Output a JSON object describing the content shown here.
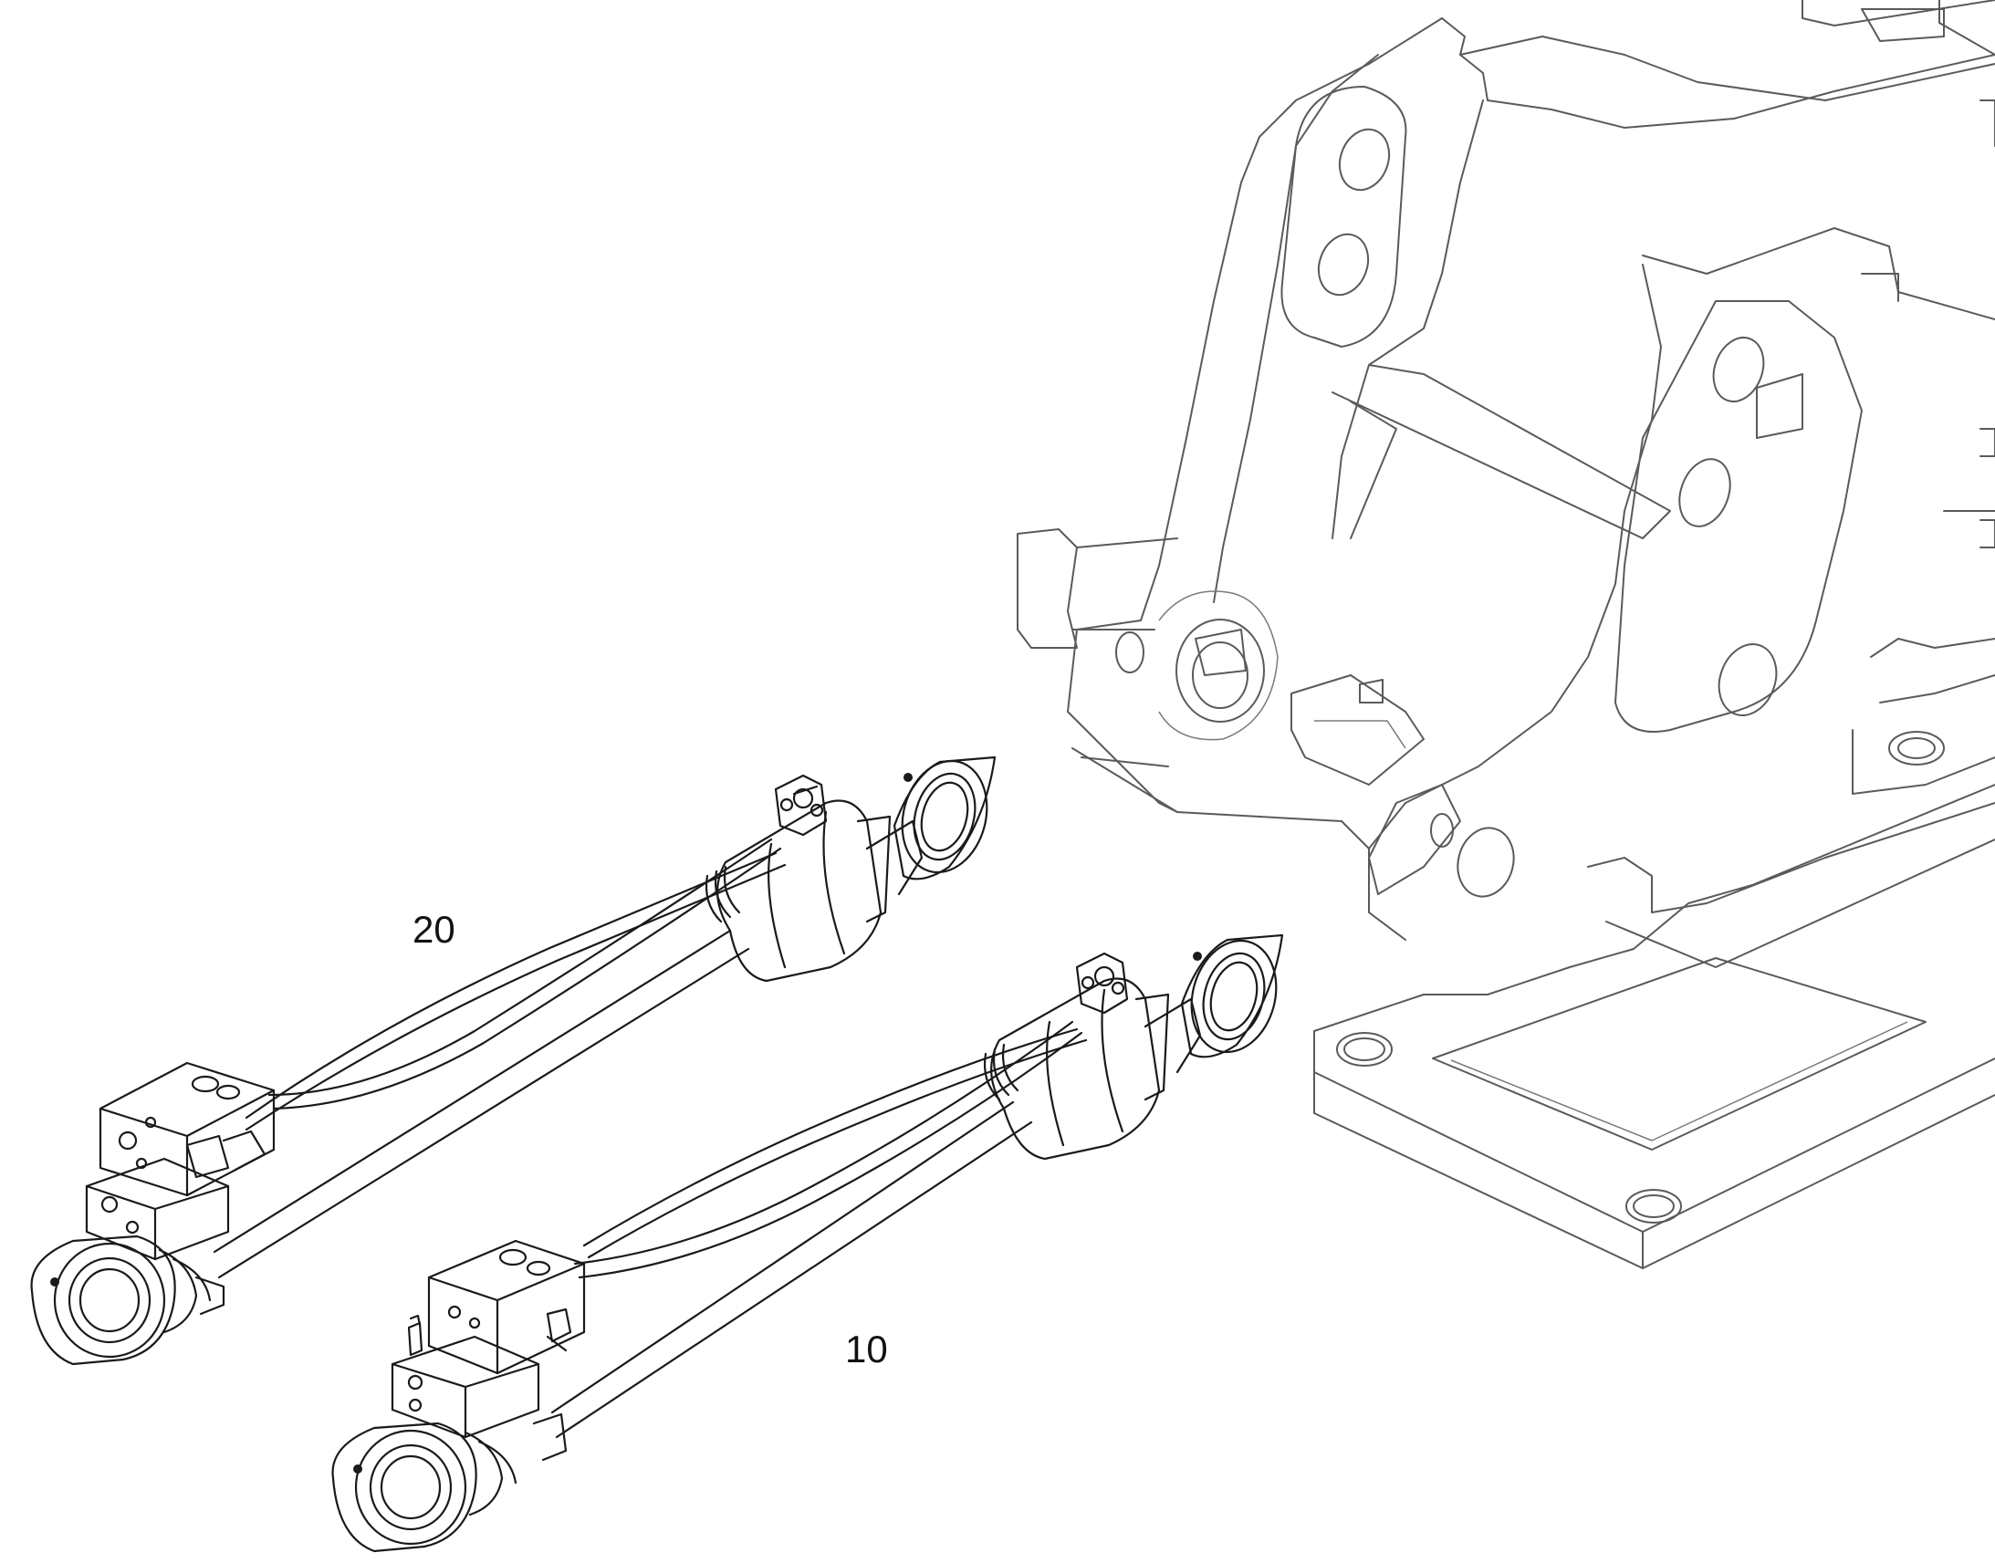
{
  "callouts": [
    {
      "id": "20",
      "label": "20"
    },
    {
      "id": "10",
      "label": "10"
    }
  ],
  "parts": [
    {
      "position": "20",
      "icon": "hydraulic-cylinder-upper-icon"
    },
    {
      "position": "10",
      "icon": "hydraulic-cylinder-lower-icon"
    },
    {
      "icon": "machine-frame-icon"
    }
  ],
  "colors": {
    "line": "#1a1a1a",
    "frame_line": "#5a5a5a",
    "background": "#ffffff"
  }
}
